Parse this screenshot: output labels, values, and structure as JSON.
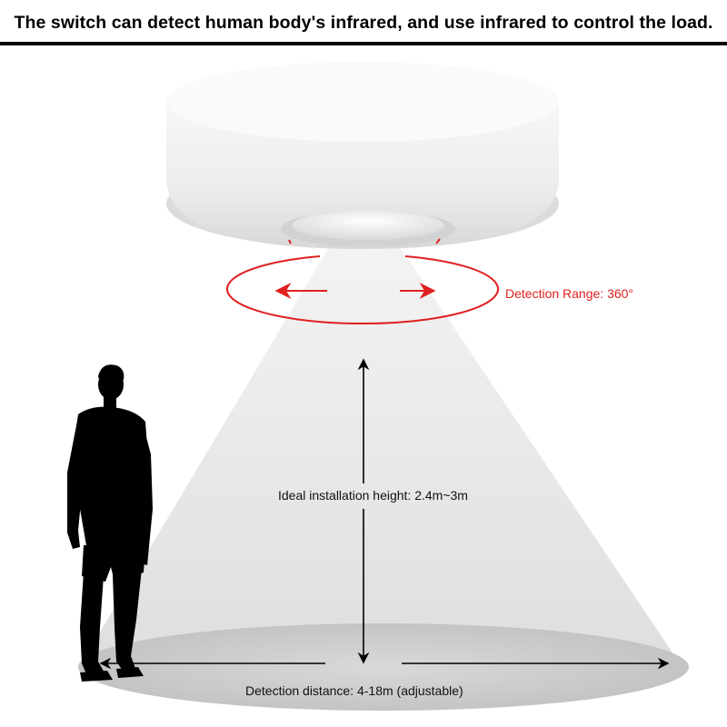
{
  "header": {
    "title": "The switch can detect human body's infrared, and use infrared to control the load."
  },
  "annotations": {
    "detection_range": "Detection Range: 360°",
    "installation_height": "Ideal installation height: 2.4m~3m",
    "detection_distance": "Detection distance: 4-18m  (adjustable)"
  },
  "colors": {
    "accent_red": "#e02020",
    "cone_fill": "#e6e6e6",
    "text": "#111111"
  },
  "icons": {
    "sensor": "ceiling-pir-sensor-icon",
    "person": "standing-person-silhouette-icon"
  }
}
